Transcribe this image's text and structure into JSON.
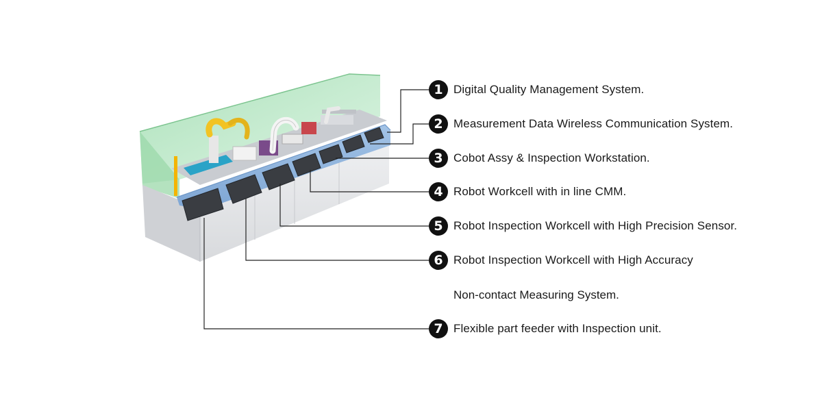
{
  "callouts": [
    {
      "number": "1",
      "label": "Digital Quality Management System."
    },
    {
      "number": "2",
      "label": "Measurement Data Wireless Communication System."
    },
    {
      "number": "3",
      "label": "Cobot Assy & Inspection Workstation."
    },
    {
      "number": "4",
      "label": "Robot Workcell with in line CMM."
    },
    {
      "number": "5",
      "label": "Robot Inspection Workcell with High Precision Sensor."
    },
    {
      "number": "6",
      "label": "Robot Inspection Workcell with High Accuracy",
      "continuation": "Non-contact Measuring System."
    },
    {
      "number": "7",
      "label": "Flexible part feeder with Inspection unit."
    }
  ],
  "colors": {
    "enclosure": "#a8e0b4",
    "console": "#8fb4de",
    "base": "#e6e7ea",
    "screen": "#3a3d42",
    "leader": "#222222",
    "badge": "#111111"
  }
}
